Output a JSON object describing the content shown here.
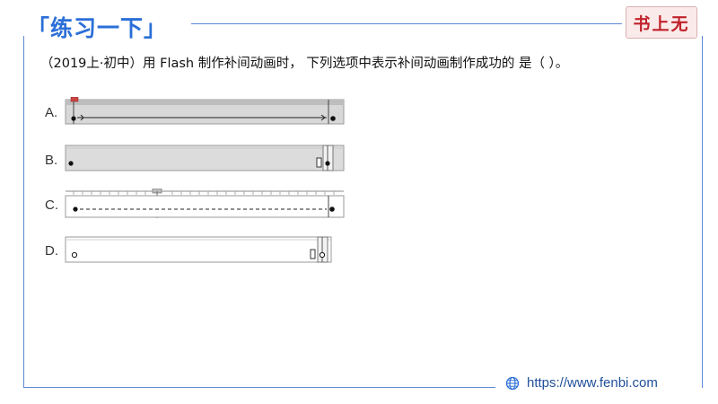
{
  "header": {
    "title": "「练习一下」",
    "logo_text": "书上无"
  },
  "question": {
    "text": "（2019上·初中）用 Flash 制作补间动画时， 下列选项中表示补间动画制作成功的 是（ ）。"
  },
  "options": [
    {
      "label": "A."
    },
    {
      "label": "B."
    },
    {
      "label": "C."
    },
    {
      "label": "D."
    }
  ],
  "footer": {
    "url": "https://www.fenbi.com",
    "icon": "globe-icon"
  },
  "colors": {
    "accent": "#2b6fd8",
    "frame": "#5b86d6",
    "logo_red": "#c0222b",
    "footer_text": "#1f4f9a"
  }
}
